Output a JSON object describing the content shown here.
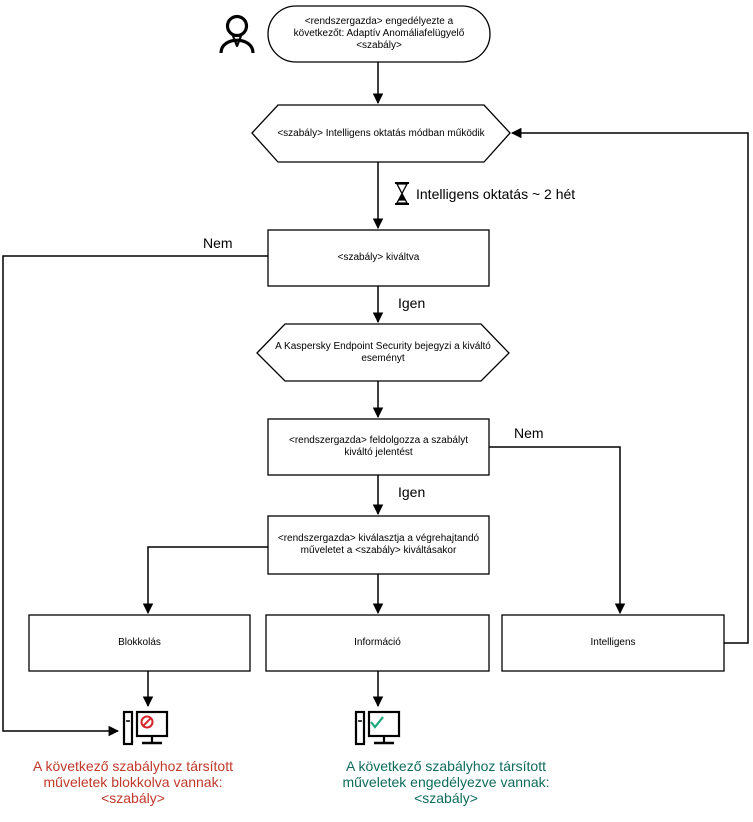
{
  "nodes": {
    "start": "<rendszergazda> engedélyezte a következőt: Adaptív Anomáliafelügyelő <szabály>",
    "smart_mode": "<szabály> Intelligens oktatás módban működik",
    "triggered": "<szabály> kiváltva",
    "logs_event": "A Kaspersky Endpoint Security bejegyzi a kiváltó eseményt",
    "processes_report": "<rendszergazda> feldolgozza a szabályt kiváltó jelentést",
    "selects_action": "<rendszergazda> kiválasztja a végrehajtandó műveletet a <szabály> kiváltásakor",
    "block": "Blokkolás",
    "info": "Információ",
    "smart": "Intelligens"
  },
  "edges": {
    "duration": "Intelligens oktatás ~ 2 hét",
    "no_1": "Nem",
    "yes_1": "Igen",
    "no_2": "Nem",
    "yes_2": "Igen"
  },
  "results": {
    "blocked": "A következő szabályhoz társított műveletek blokkolva vannak: <szabály>",
    "allowed": "A következő szabályhoz társított műveletek engedélyezve vannak: <szabály>"
  },
  "colors": {
    "line": "#000000",
    "blocked_text": "#c0392b",
    "allowed_text": "#0e6b5c",
    "block_sign": "#d6262b",
    "check_mark": "#1aa67a"
  },
  "icons": {
    "admin": "user-icon",
    "hourglass": "hourglass-icon",
    "blocked_pc": "computer-blocked-icon",
    "allowed_pc": "computer-allowed-icon"
  }
}
